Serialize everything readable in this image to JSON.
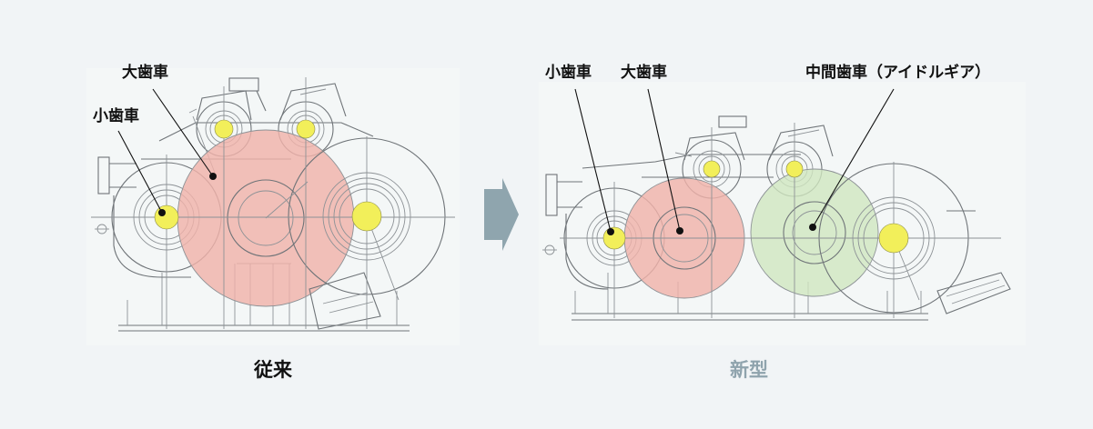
{
  "panels": {
    "before": {
      "caption": "従来",
      "labels": {
        "large_gear": "大歯車",
        "small_gear": "小歯車"
      }
    },
    "after": {
      "caption": "新型",
      "labels": {
        "small_gear": "小歯車",
        "large_gear": "大歯車",
        "idler_gear": "中間歯車（アイドルギア）"
      }
    }
  },
  "colors": {
    "background": "#f1f4f6",
    "line": "#6f7478",
    "pinion": "#f2ef5a",
    "bull_gear": "#f0b2aa",
    "idler": "#cfe6bf",
    "arrow": "#8fa5ae",
    "caption_before": "#111111",
    "caption_after": "#8fa3ad"
  }
}
